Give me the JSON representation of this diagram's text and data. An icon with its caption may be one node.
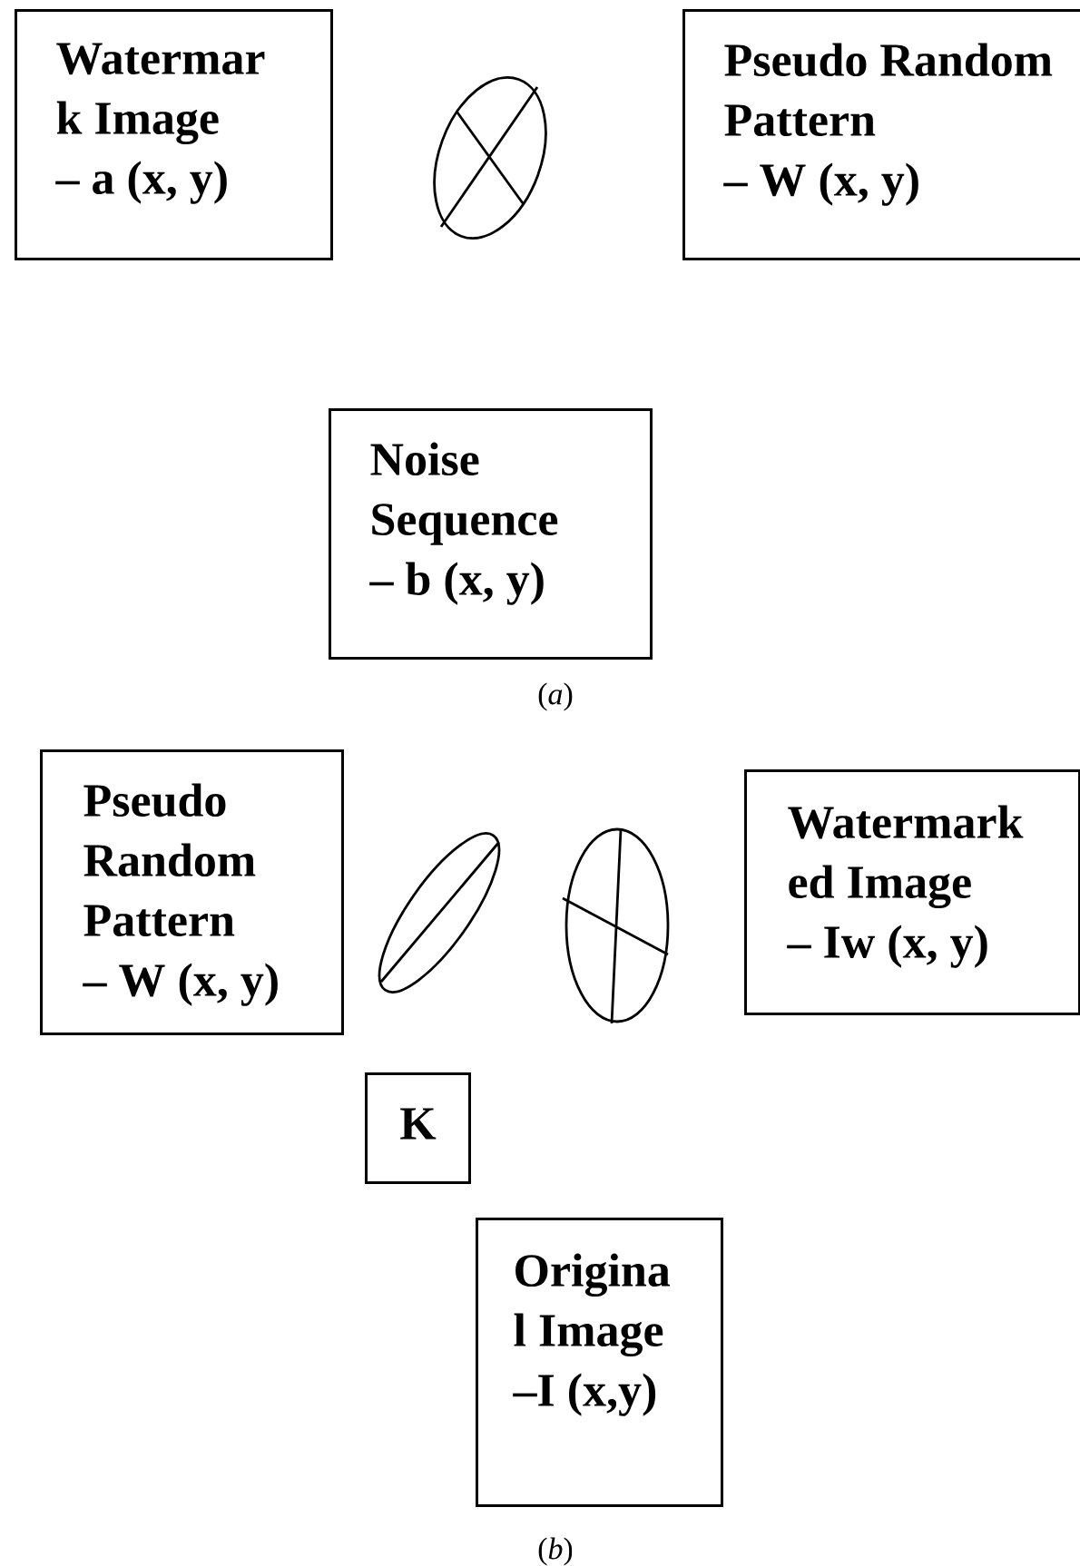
{
  "diagram": {
    "nodes": [
      {
        "text": [
          "Watermar k Image – a (x, y)"
        ]
      },
      {
        "text": [
          "Pseudo Random Pattern – W (x, y)"
        ]
      },
      {
        "text": [
          "Noise Sequence – b (x, y)"
        ]
      },
      {
        "text": [
          "Pseudo Random Pattern – W (x, y)"
        ]
      },
      {
        "text": [
          "Watermark ed Image – Iw (x, y)"
        ]
      },
      {
        "text": [
          "K"
        ]
      },
      {
        "text": [
          "Origina l Image –I (x,y)"
        ]
      }
    ],
    "labels": [
      "(*a*)",
      "(*b*)"
    ]
  }
}
